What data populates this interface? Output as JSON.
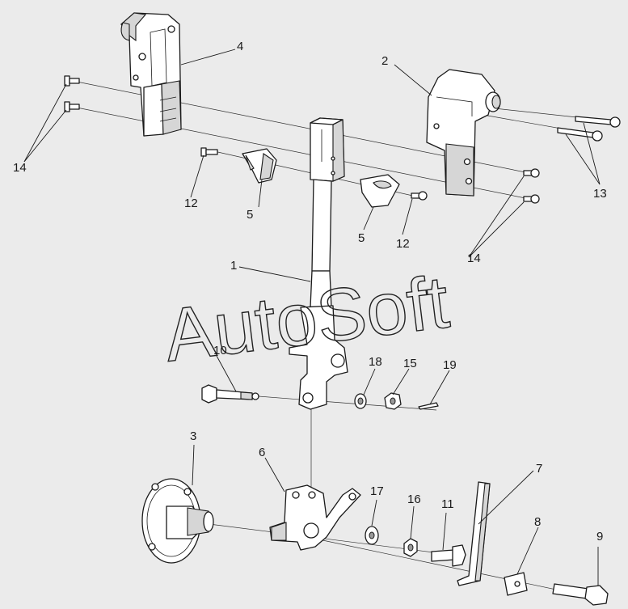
{
  "watermark": "AutoSoft",
  "callouts": {
    "c1": "1",
    "c2": "2",
    "c3": "3",
    "c4": "4",
    "c5a": "5",
    "c5b": "5",
    "c6": "6",
    "c7": "7",
    "c8": "8",
    "c9": "9",
    "c10": "10",
    "c11": "11",
    "c12a": "12",
    "c12b": "12",
    "c13": "13",
    "c14a": "14",
    "c14b": "14",
    "c15": "15",
    "c16": "16",
    "c17": "17",
    "c18": "18",
    "c19": "19"
  }
}
